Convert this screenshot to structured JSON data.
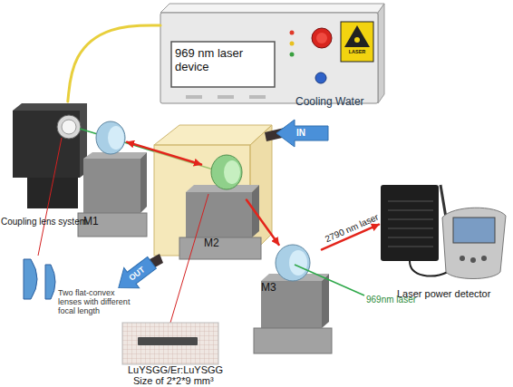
{
  "diagram": {
    "nodes": [
      {
        "text": [
          "969 nm laser device"
        ]
      },
      {
        "text": [
          "Coupling lens system"
        ]
      },
      {
        "text": [
          "M1"
        ]
      },
      {
        "text": [
          "M2"
        ]
      },
      {
        "text": [
          "M3"
        ]
      },
      {
        "text": [
          "Laser power detector"
        ]
      }
    ],
    "edges": [
      {
        "from": 0,
        "to": 1,
        "arrow": "none"
      },
      {
        "from": 2,
        "to": 3,
        "arrow": "both"
      },
      {
        "from": 3,
        "to": 4,
        "arrow": "to"
      },
      {
        "from": 4,
        "to": 5,
        "arrow": "to",
        "label": "2790 nm laser"
      }
    ],
    "labels": [
      "LASER",
      "Cooling Water",
      "IN",
      "OUT",
      "Two flat-convex lenses with different focal length",
      "969nm laser",
      "LuYSGG/Er:LuYSGG",
      "Size of 2*2*9 mm³"
    ]
  }
}
